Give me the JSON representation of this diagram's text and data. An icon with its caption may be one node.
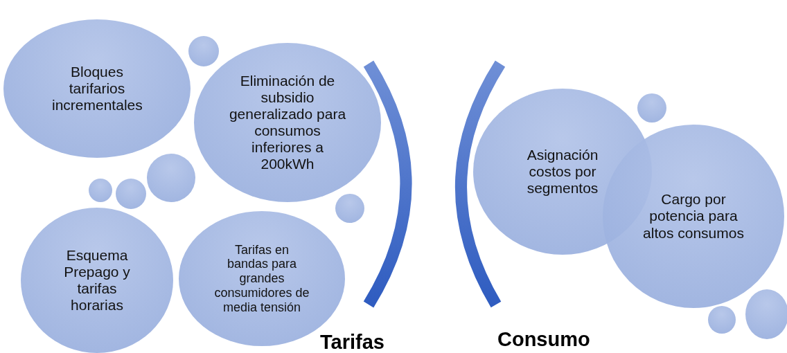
{
  "diagram": {
    "nodes": [
      {
        "text": [
          "Bloques tarifarios incrementales"
        ]
      },
      {
        "text": [
          "Eliminación de subsidio generalizado para consumos inferiores a 200kWh"
        ]
      },
      {
        "text": [
          "Esquema Prepago y tarifas horarias"
        ]
      },
      {
        "text": [
          "Tarifas en bandas para grandes consumidores de media tensión"
        ]
      },
      {
        "text": [
          "Asignación costos por segmentos"
        ]
      },
      {
        "text": [
          "Cargo por potencia para altos consumos"
        ]
      },
      {
        "text": [],
        "shape": "circle"
      },
      {
        "text": [],
        "shape": "circle"
      },
      {
        "text": [],
        "shape": "circle"
      },
      {
        "text": [],
        "shape": "circle"
      },
      {
        "text": [],
        "shape": "circle"
      },
      {
        "text": [],
        "shape": "circle"
      },
      {
        "text": [],
        "shape": "circle"
      },
      {
        "text": [],
        "shape": "circle"
      }
    ],
    "edges": [],
    "labels": [
      "Tarifas",
      "Consumo"
    ]
  }
}
